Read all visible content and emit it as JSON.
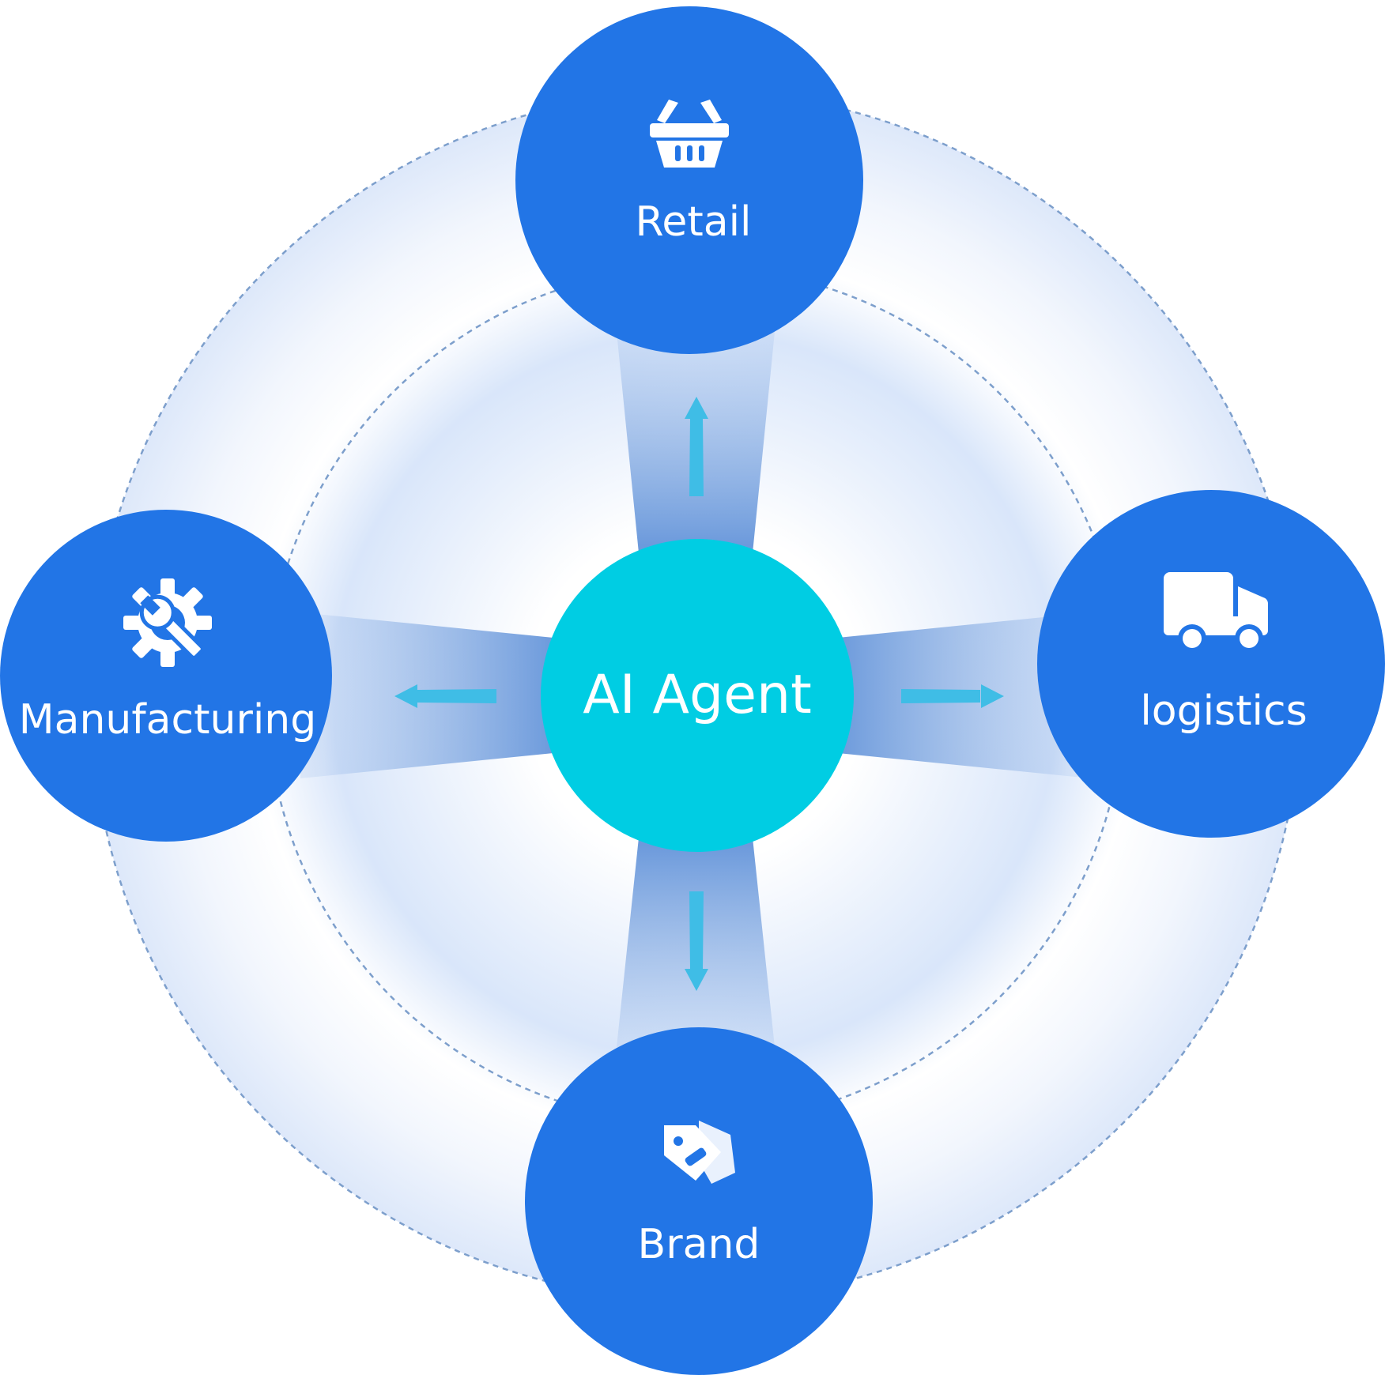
{
  "center": {
    "label": "AI Agent"
  },
  "nodes": {
    "top": {
      "label": "Retail",
      "icon": "shopping-basket-icon"
    },
    "right": {
      "label": "logistics",
      "icon": "delivery-truck-icon"
    },
    "bottom": {
      "label": "Brand",
      "icon": "price-tags-icon"
    },
    "left": {
      "label": "Manufacturing",
      "icon": "gear-wrench-icon"
    }
  },
  "colors": {
    "node": "#2275e6",
    "center": "#00cde3",
    "arrow": "#3fbde6",
    "beam": "#5c8fd8",
    "ring_dash": "#7d9fcc",
    "ring_glow": "#c9dbf7"
  }
}
